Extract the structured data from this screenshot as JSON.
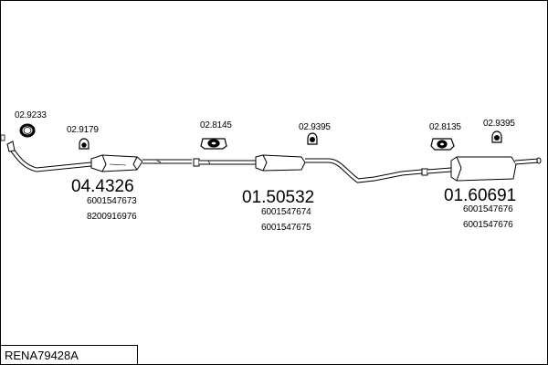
{
  "diagram_title": "RENA79428A",
  "groups": [
    {
      "part_number": "04.4326",
      "oem_numbers": [
        "6001547673",
        "8200916976"
      ],
      "accessories": [
        "02.9233",
        "02.9179"
      ]
    },
    {
      "part_number": "01.50532",
      "oem_numbers": [
        "6001547674",
        "6001547675"
      ],
      "accessories": [
        "02.8145",
        "02.9395"
      ]
    },
    {
      "part_number": "01.60691",
      "oem_numbers": [
        "6001547676",
        "6001547676"
      ],
      "accessories": [
        "02.8135",
        "02.9395"
      ]
    }
  ]
}
